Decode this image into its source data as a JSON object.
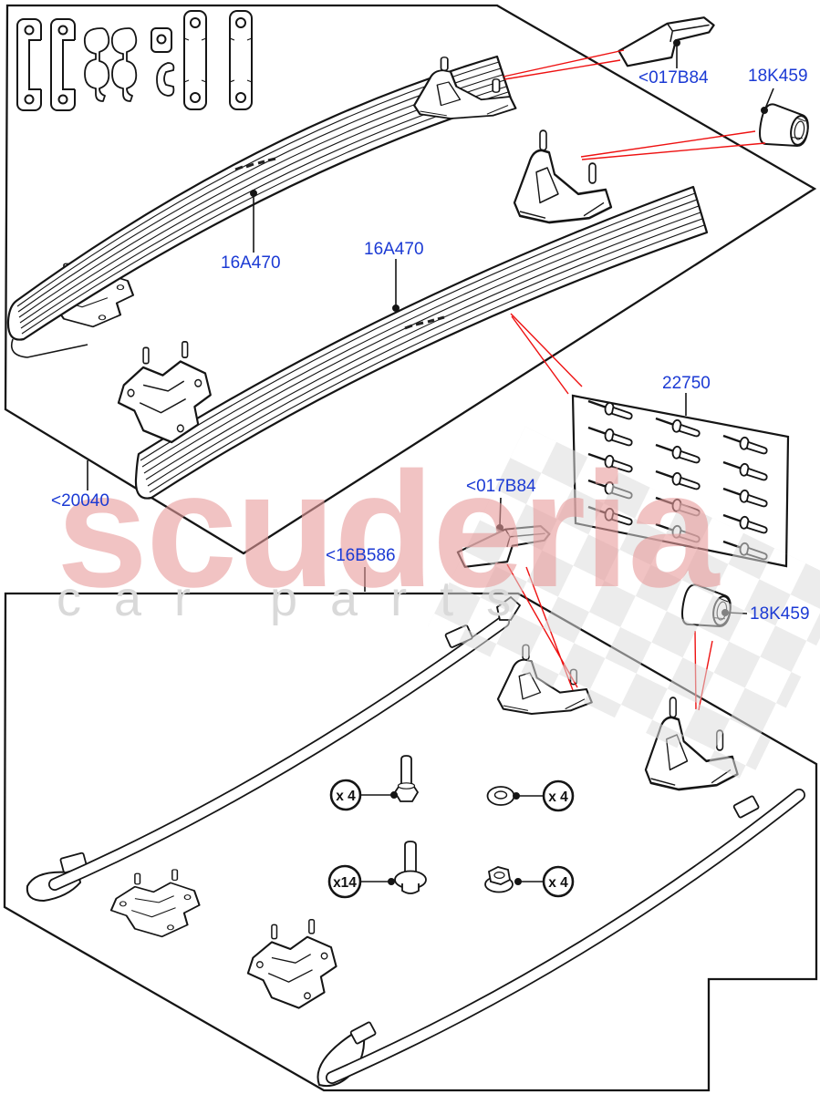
{
  "diagram": {
    "panel_top_labels": {
      "board_front": "16A470",
      "board_rear": "16A470",
      "mount_pad": "<017B84",
      "bushing": "18K459",
      "rivet_kit": "22750",
      "kit_code": "<20040"
    },
    "panel_bottom_labels": {
      "kit_code": "<16B586",
      "mount_pad": "<017B84",
      "bushing": "18K459"
    },
    "quantities": {
      "hex_bolt": "x 4",
      "washer": "x 4",
      "flange_screw": "x14",
      "flange_nut": "x 4"
    }
  },
  "watermark": {
    "brand": "scuderia",
    "subtext": "car parts"
  }
}
